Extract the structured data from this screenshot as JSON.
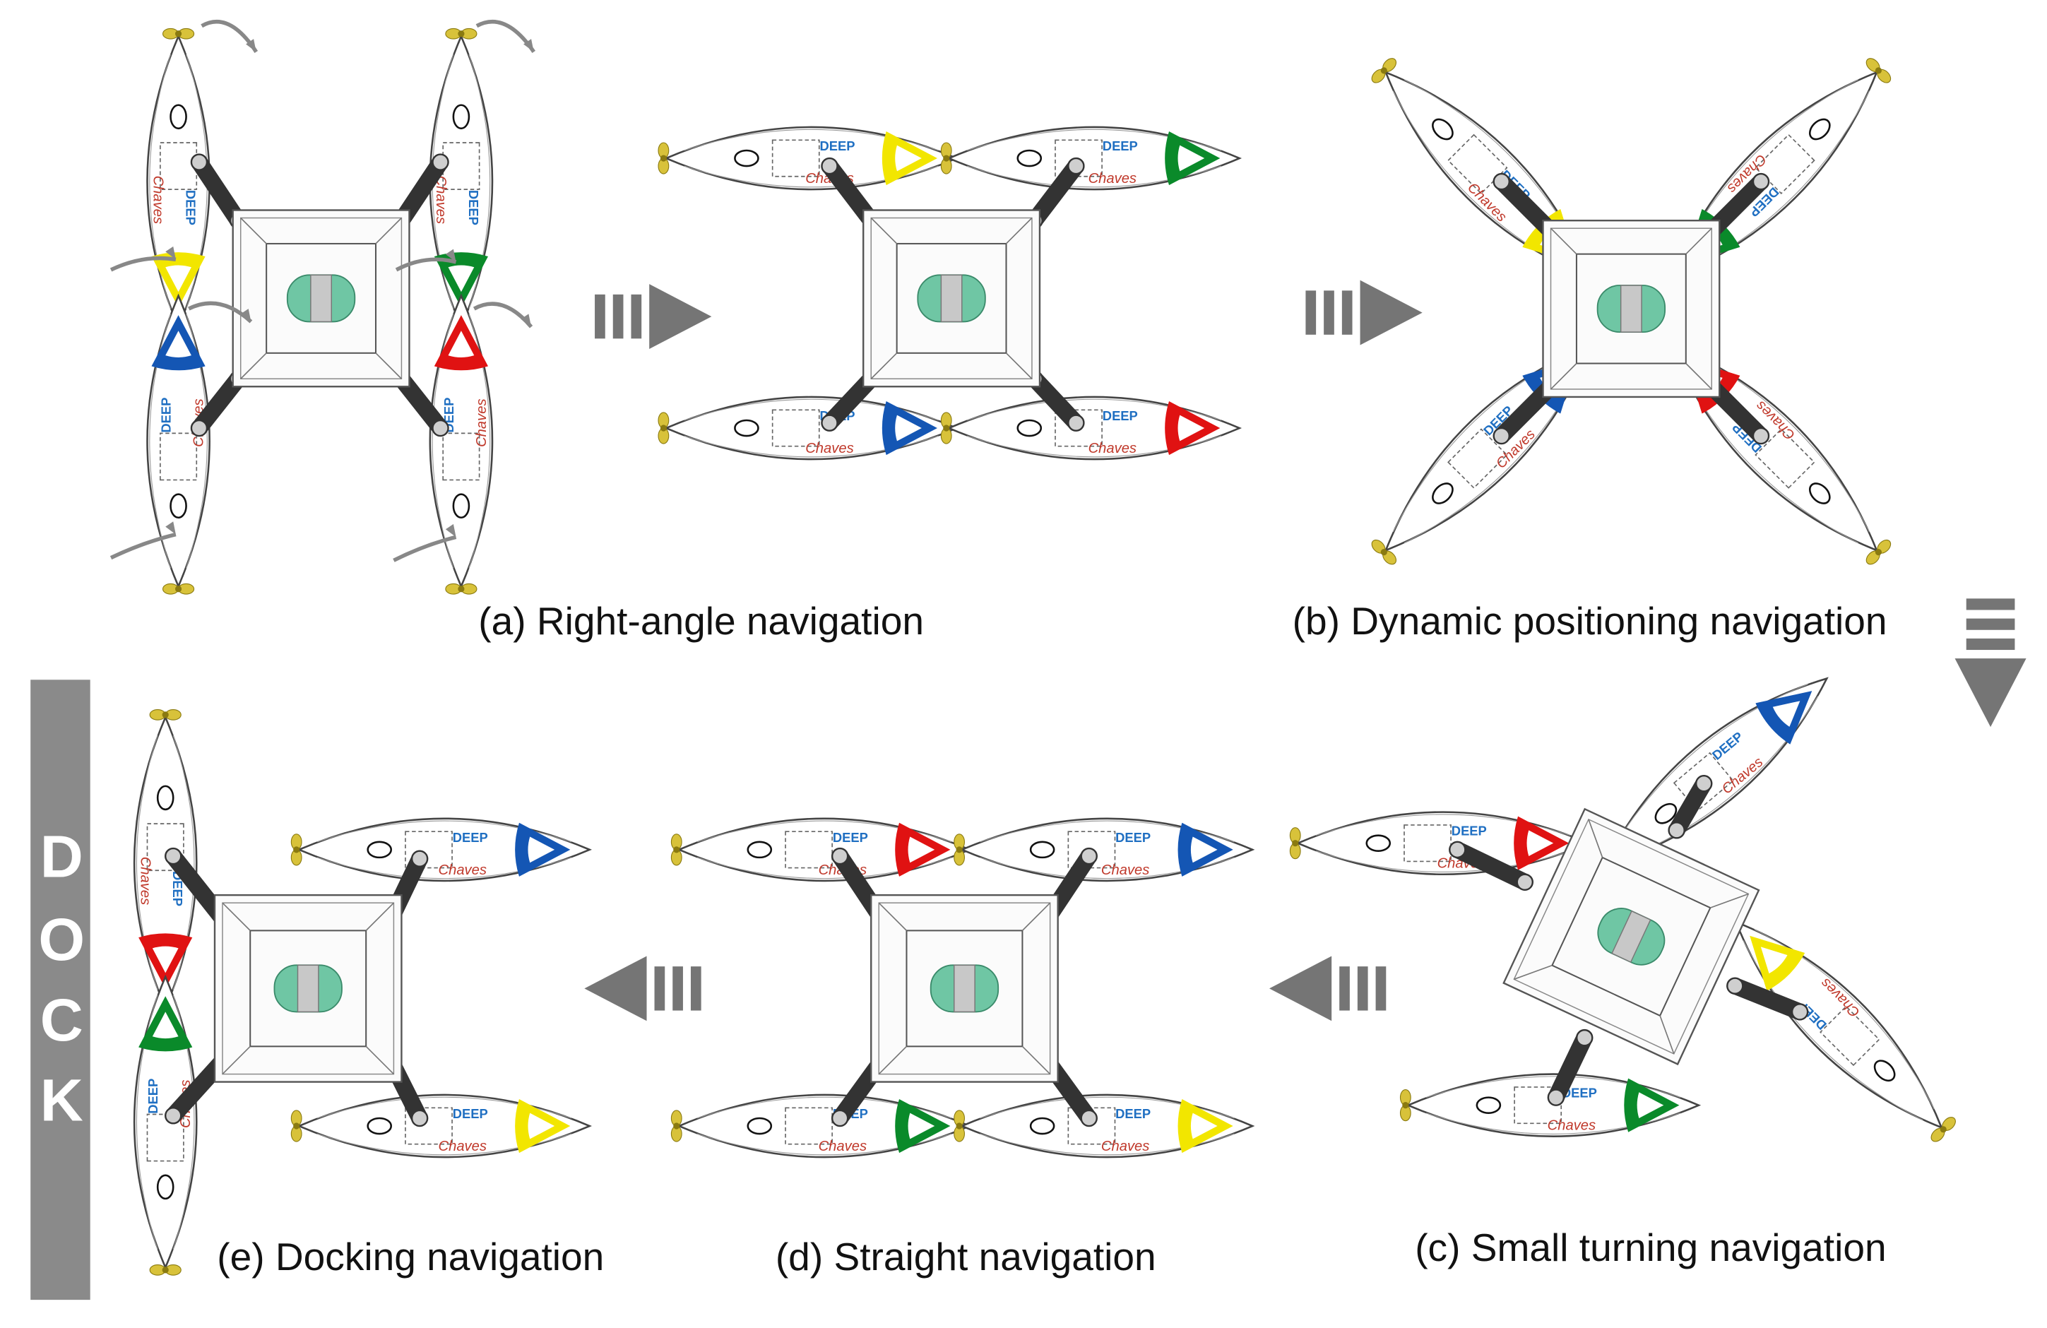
{
  "captions": {
    "a": "(a) Right-angle navigation",
    "b": "(b) Dynamic positioning navigation",
    "c": "(c) Small turning navigation",
    "d": "(d) Straight navigation",
    "e": "(e) Docking navigation"
  },
  "dock_label": "DOCK",
  "hull_markings": {
    "brand": "DEEP",
    "name": "Chaves"
  },
  "colors": {
    "yellow": "#f2e600",
    "green": "#0a8a2a",
    "blue": "#1456b4",
    "red": "#e01212",
    "arrow_gray": "#757575",
    "dock_gray": "#8a8a8a",
    "arm_dark": "#333333",
    "pod_green": "#6fc6a4",
    "propeller": "#d8c23a"
  },
  "icons": {
    "flow_arrow": "right-arrow-icon",
    "hull_triangle": "triangle-marker-icon",
    "propeller": "propeller-icon"
  }
}
